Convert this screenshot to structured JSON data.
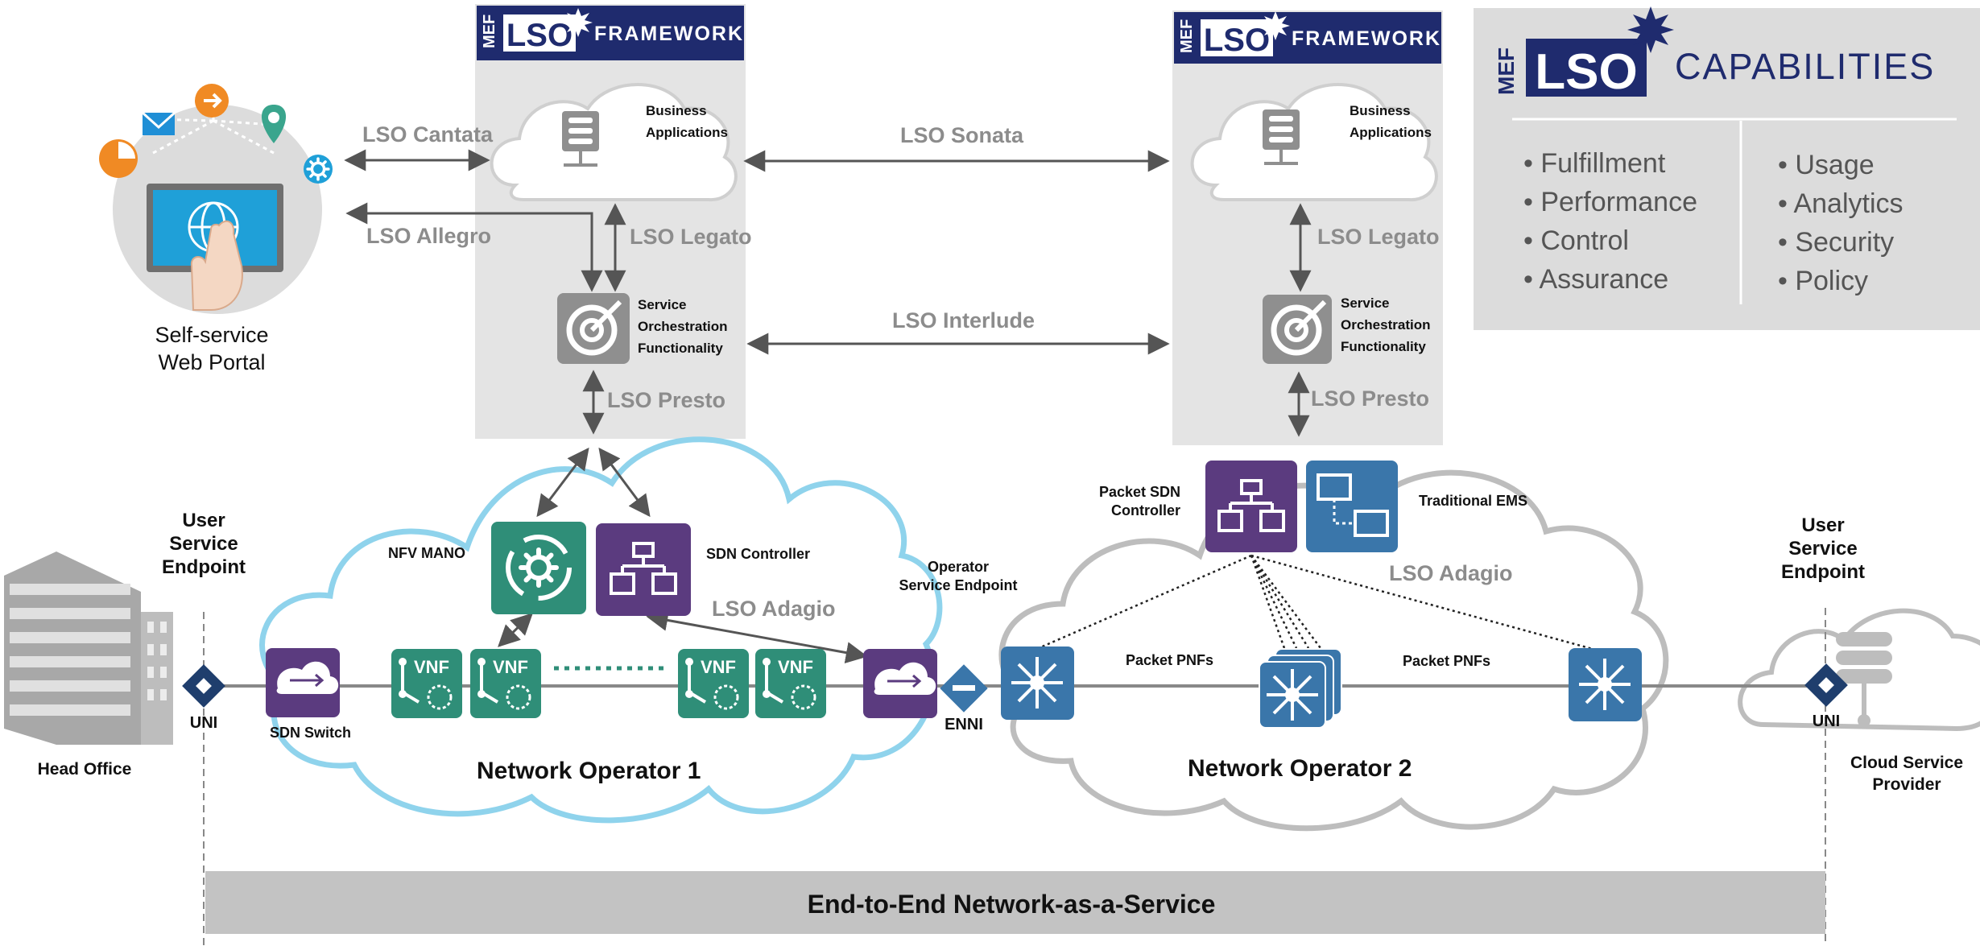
{
  "colors": {
    "panel": "#e4e4e4",
    "capabilities_panel": "#dcdcdc",
    "mef_navy": "#1f2b6e",
    "purple": "#5b3b7f",
    "teal": "#2f8e78",
    "steel_blue": "#3a76aa",
    "cloud_blue": "#8fd3ec",
    "cloud_gray": "#bdbdbd",
    "arrow": "#555555",
    "label_gray": "#8c8c8c",
    "bottom_bar": "#c3c3c3"
  },
  "framework_left": {
    "logo_mef": "MEF",
    "logo_lso": "LSO",
    "title": "FRAMEWORK",
    "business_apps": [
      "Business",
      "Applications"
    ],
    "orchestration": [
      "Service",
      "Orchestration",
      "Functionality"
    ]
  },
  "framework_right": {
    "logo_mef": "MEF",
    "logo_lso": "LSO",
    "title": "FRAMEWORK",
    "business_apps": [
      "Business",
      "Applications"
    ],
    "orchestration": [
      "Service",
      "Orchestration",
      "Functionality"
    ]
  },
  "capabilities": {
    "logo_mef": "MEF",
    "logo_lso": "LSO",
    "title": "CAPABILITIES",
    "left": [
      "• Fulfillment",
      "• Performance",
      "• Control",
      "• Assurance"
    ],
    "right": [
      "• Usage",
      "• Analytics",
      "• Security",
      "• Policy"
    ]
  },
  "interfaces": {
    "cantata": "LSO Cantata",
    "allegro": "LSO Allegro",
    "sonata": "LSO Sonata",
    "legato_left": "LSO Legato",
    "legato_right": "LSO Legato",
    "interlude": "LSO Interlude",
    "presto_left": "LSO Presto",
    "presto_right": "LSO Presto",
    "adagio_left": "LSO Adagio",
    "adagio_right": "LSO Adagio"
  },
  "portal": {
    "label": [
      "Self-service",
      "Web Portal"
    ]
  },
  "endpoints": {
    "user_left": [
      "User",
      "Service",
      "Endpoint"
    ],
    "user_right": [
      "User",
      "Service",
      "Endpoint"
    ],
    "operator": [
      "Operator",
      "Service Endpoint"
    ],
    "uni_left": "UNI",
    "uni_right": "UNI",
    "enni": "ENNI"
  },
  "sites": {
    "head_office": "Head Office",
    "cloud_provider": [
      "Cloud Service",
      "Provider"
    ]
  },
  "operator1": {
    "name": "Network Operator 1",
    "nfv_mano": "NFV MANO",
    "sdn_controller": "SDN Controller",
    "sdn_switch": "SDN Switch",
    "vnf": [
      "VNF",
      "VNF",
      "VNF",
      "VNF"
    ]
  },
  "operator2": {
    "name": "Network Operator 2",
    "packet_sdn": [
      "Packet SDN",
      "Controller"
    ],
    "traditional_ems": "Traditional EMS",
    "pnf_left": "Packet PNFs",
    "pnf_right": "Packet PNFs"
  },
  "bottom_bar": "End-to-End Network-as-a-Service"
}
